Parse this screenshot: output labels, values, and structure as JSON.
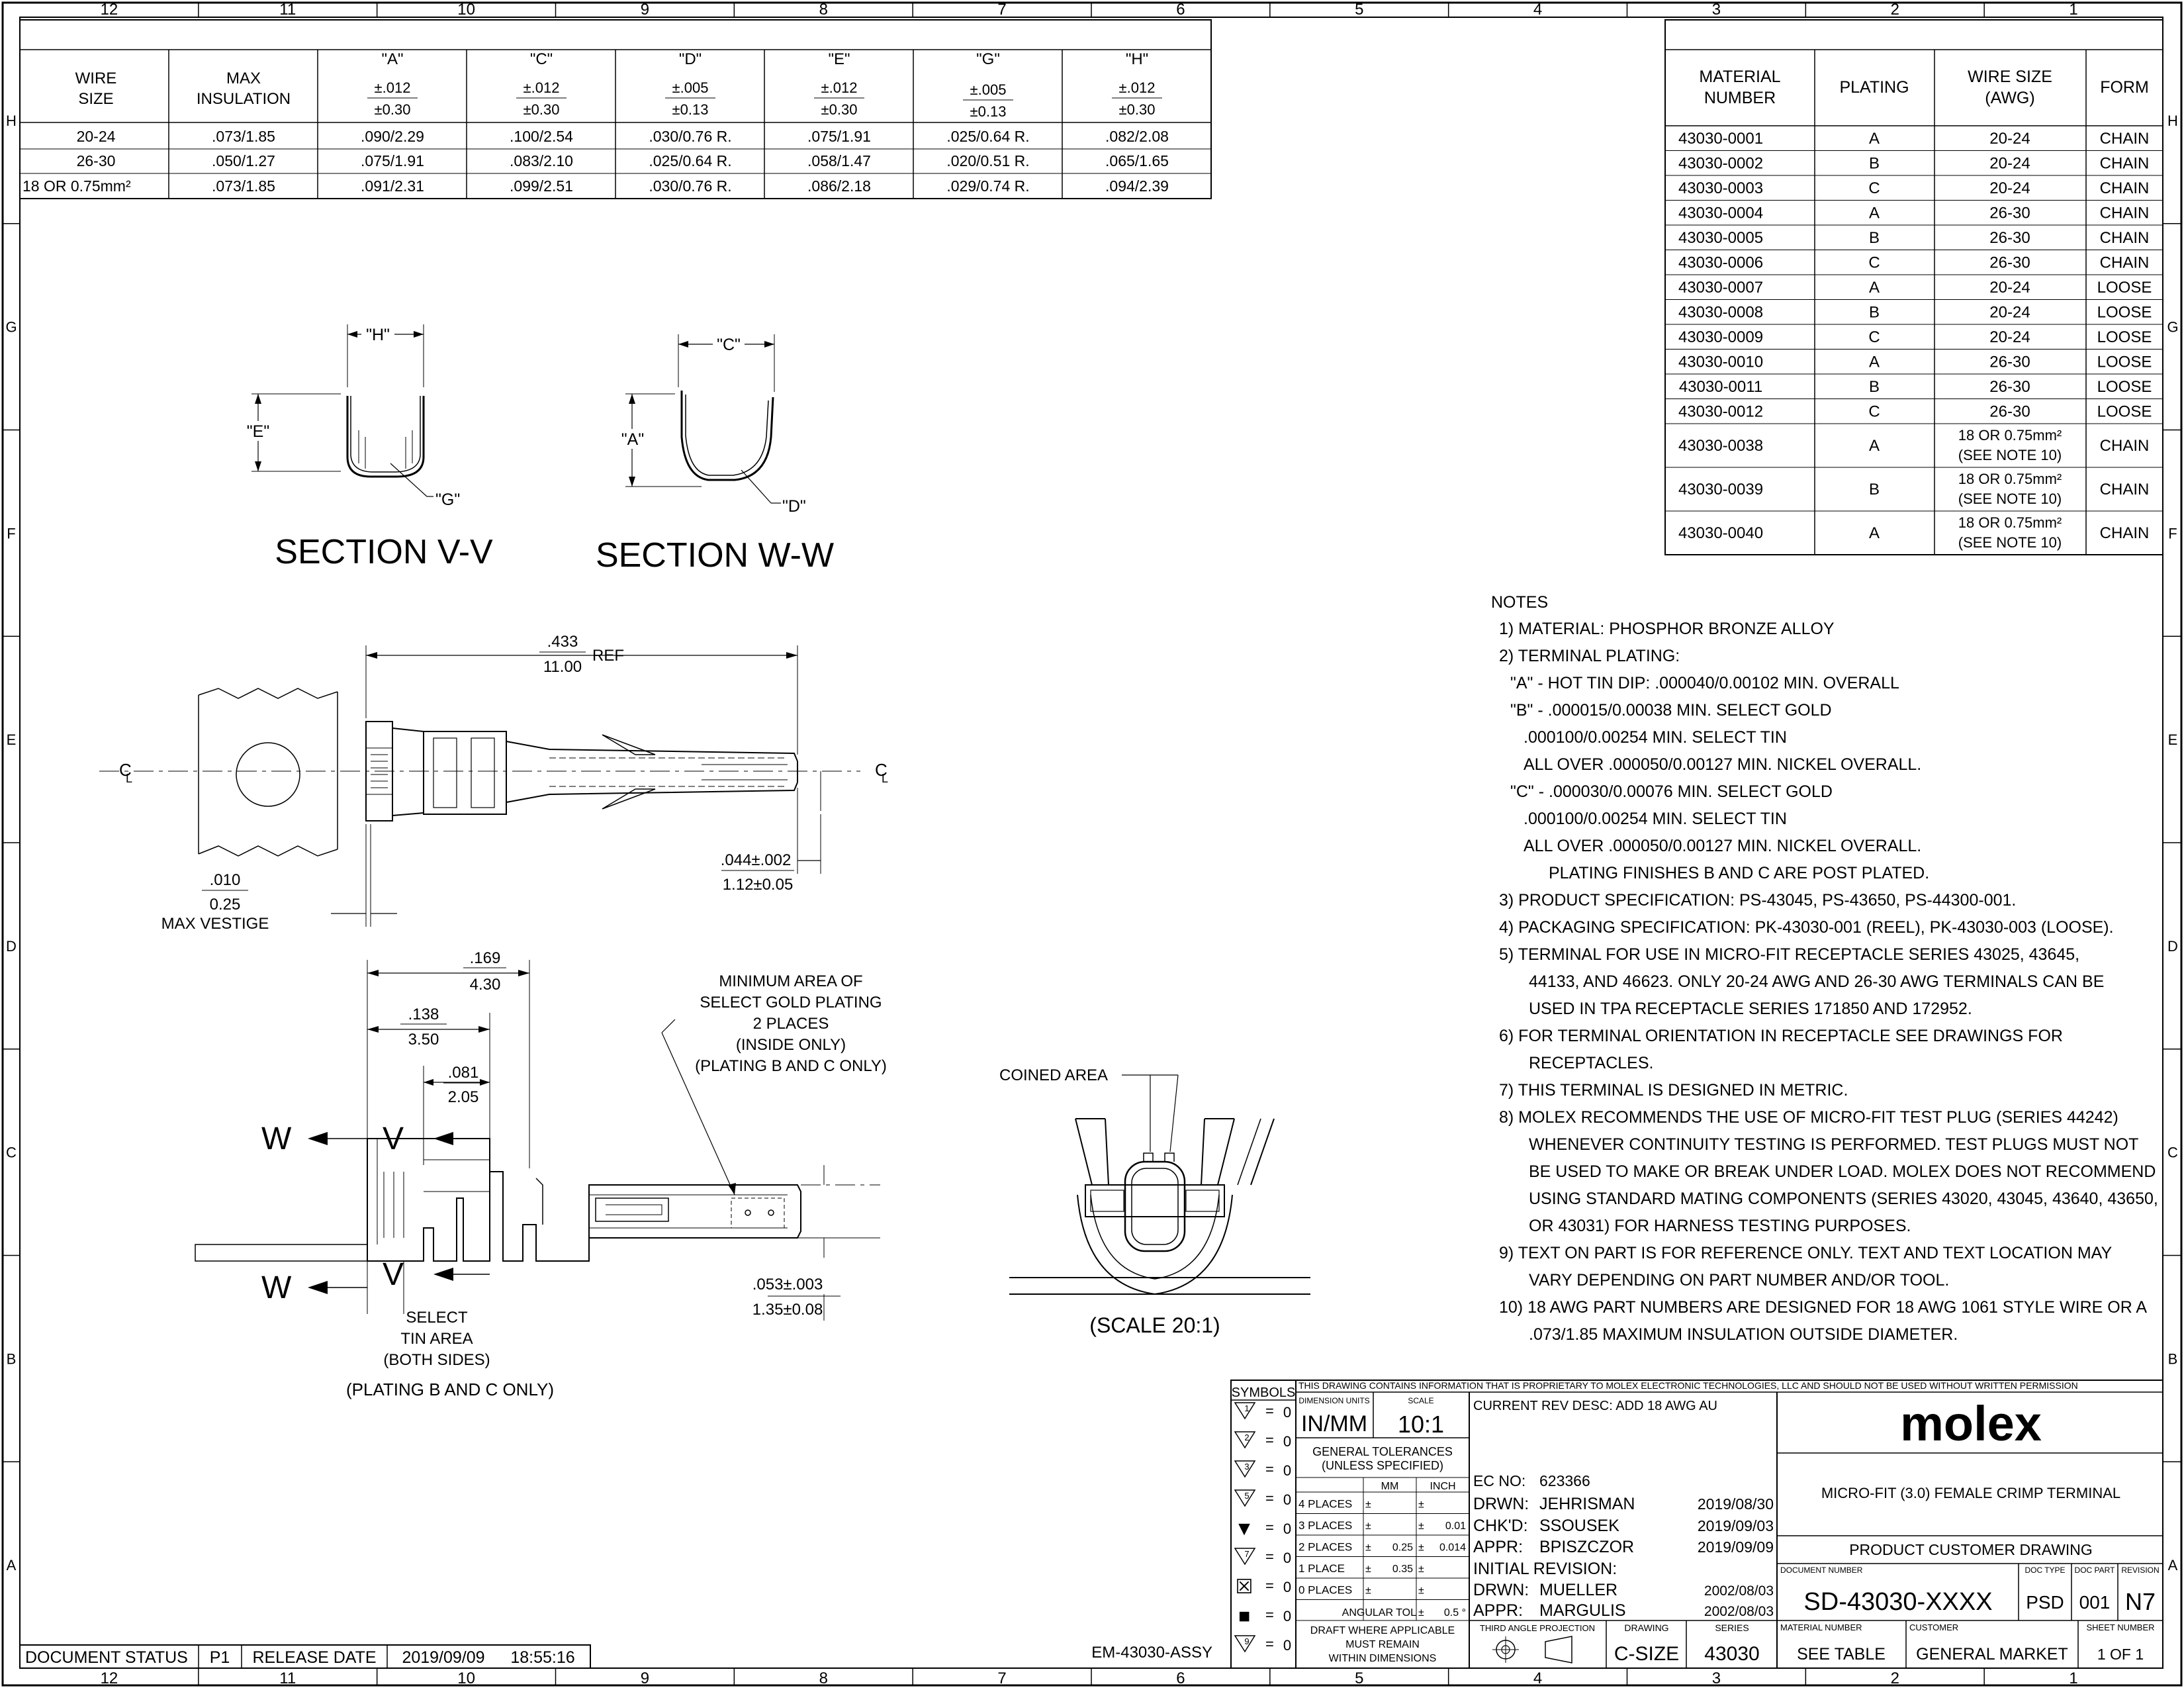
{
  "zones": {
    "columns": [
      "12",
      "11",
      "10",
      "9",
      "8",
      "7",
      "6",
      "5",
      "4",
      "3",
      "2",
      "1"
    ],
    "rows": [
      "H",
      "G",
      "F",
      "E",
      "D",
      "C",
      "B",
      "A"
    ]
  },
  "dim_table": {
    "headers": [
      {
        "top": "WIRE",
        "bottom": "SIZE",
        "tol1": "",
        "tol2": ""
      },
      {
        "top": "MAX",
        "bottom": "INSULATION",
        "tol1": "",
        "tol2": ""
      },
      {
        "top": "\"A\"",
        "bottom": "",
        "tol1": "±.012",
        "tol2": "±0.30"
      },
      {
        "top": "\"C\"",
        "bottom": "",
        "tol1": "±.012",
        "tol2": "±0.30"
      },
      {
        "top": "\"D\"",
        "bottom": "",
        "tol1": "±.005",
        "tol2": "±0.13"
      },
      {
        "top": "\"E\"",
        "bottom": "",
        "tol1": "±.012",
        "tol2": "±0.30"
      },
      {
        "top": "\"G\"",
        "bottom": "",
        "tol1": "±.005",
        "tol2": "±0.13"
      },
      {
        "top": "\"H\"",
        "bottom": "",
        "tol1": "±.012",
        "tol2": "±0.30"
      }
    ],
    "rows": [
      [
        "20-24",
        ".073/1.85",
        ".090/2.29",
        ".100/2.54",
        ".030/0.76 R.",
        ".075/1.91",
        ".025/0.64 R.",
        ".082/2.08"
      ],
      [
        "26-30",
        ".050/1.27",
        ".075/1.91",
        ".083/2.10",
        ".025/0.64 R.",
        ".058/1.47",
        ".020/0.51 R.",
        ".065/1.65"
      ],
      [
        "18 OR 0.75mm²",
        ".073/1.85",
        ".091/2.31",
        ".099/2.51",
        ".030/0.76 R.",
        ".086/2.18",
        ".029/0.74 R.",
        ".094/2.39"
      ]
    ]
  },
  "material_table": {
    "headers": [
      {
        "l1": "MATERIAL",
        "l2": "NUMBER"
      },
      {
        "l1": "PLATING",
        "l2": ""
      },
      {
        "l1": "WIRE SIZE",
        "l2": "(AWG)"
      },
      {
        "l1": "FORM",
        "l2": ""
      }
    ],
    "rows": [
      {
        "num": "43030-0001",
        "plating": "A",
        "wire": "20-24",
        "wire2": "",
        "form": "CHAIN"
      },
      {
        "num": "43030-0002",
        "plating": "B",
        "wire": "20-24",
        "wire2": "",
        "form": "CHAIN"
      },
      {
        "num": "43030-0003",
        "plating": "C",
        "wire": "20-24",
        "wire2": "",
        "form": "CHAIN"
      },
      {
        "num": "43030-0004",
        "plating": "A",
        "wire": "26-30",
        "wire2": "",
        "form": "CHAIN"
      },
      {
        "num": "43030-0005",
        "plating": "B",
        "wire": "26-30",
        "wire2": "",
        "form": "CHAIN"
      },
      {
        "num": "43030-0006",
        "plating": "C",
        "wire": "26-30",
        "wire2": "",
        "form": "CHAIN"
      },
      {
        "num": "43030-0007",
        "plating": "A",
        "wire": "20-24",
        "wire2": "",
        "form": "LOOSE"
      },
      {
        "num": "43030-0008",
        "plating": "B",
        "wire": "20-24",
        "wire2": "",
        "form": "LOOSE"
      },
      {
        "num": "43030-0009",
        "plating": "C",
        "wire": "20-24",
        "wire2": "",
        "form": "LOOSE"
      },
      {
        "num": "43030-0010",
        "plating": "A",
        "wire": "26-30",
        "wire2": "",
        "form": "LOOSE"
      },
      {
        "num": "43030-0011",
        "plating": "B",
        "wire": "26-30",
        "wire2": "",
        "form": "LOOSE"
      },
      {
        "num": "43030-0012",
        "plating": "C",
        "wire": "26-30",
        "wire2": "",
        "form": "LOOSE"
      },
      {
        "num": "43030-0038",
        "plating": "A",
        "wire": "18 OR 0.75mm²",
        "wire2": "(SEE NOTE 10)",
        "form": "CHAIN"
      },
      {
        "num": "43030-0039",
        "plating": "B",
        "wire": "18 OR 0.75mm²",
        "wire2": "(SEE NOTE 10)",
        "form": "CHAIN"
      },
      {
        "num": "43030-0040",
        "plating": "A",
        "wire": "18 OR 0.75mm²",
        "wire2": "(SEE NOTE 10)",
        "form": "CHAIN"
      }
    ]
  },
  "sections": {
    "v_title": "SECTION V-V",
    "w_title": "SECTION W-W",
    "h_label": "\"H\"",
    "e_label": "\"E\"",
    "g_label": "\"G\"",
    "c_label": "\"C\"",
    "a_label": "\"A\"",
    "d_label": "\"D\""
  },
  "top_view": {
    "len_in": ".433",
    "len_mm": "11.00",
    "ref": "REF",
    "cl": "C",
    "cl_sub": "L",
    "tip_in": ".044±.002",
    "tip_mm": "1.12±0.05",
    "vest_in": ".010",
    "vest_mm": "0.25",
    "vest_label": "MAX VESTIGE"
  },
  "side_view": {
    "d1_in": ".169",
    "d1_mm": "4.30",
    "d2_in": ".138",
    "d2_mm": "3.50",
    "d3_in": ".081",
    "d3_mm": "2.05",
    "w": "W",
    "v": "V",
    "gold_lines": [
      "MINIMUM AREA OF",
      "SELECT GOLD PLATING",
      "2 PLACES",
      "(INSIDE ONLY)",
      "(PLATING B AND C ONLY)"
    ],
    "tin_lines": [
      "SELECT",
      "TIN AREA",
      "(BOTH SIDES)"
    ],
    "tin_note": "(PLATING B AND C ONLY)",
    "thk_in": ".053±.003",
    "thk_mm": "1.35±0.08"
  },
  "coined": {
    "label": "COINED AREA",
    "scale": "(SCALE 20:1)"
  },
  "notes": {
    "title": "NOTES",
    "lines": [
      "1) MATERIAL: PHOSPHOR BRONZE ALLOY",
      "2) TERMINAL PLATING:",
      "\"A\" - HOT TIN DIP: .000040/0.00102 MIN. OVERALL",
      "\"B\" - .000015/0.00038 MIN. SELECT GOLD",
      ".000100/0.00254 MIN. SELECT TIN",
      "ALL OVER .000050/0.00127 MIN. NICKEL OVERALL.",
      "\"C\" - .000030/0.00076 MIN. SELECT GOLD",
      ".000100/0.00254 MIN. SELECT TIN",
      "ALL OVER .000050/0.00127 MIN. NICKEL OVERALL.",
      "PLATING FINISHES B AND C ARE POST PLATED.",
      "3) PRODUCT SPECIFICATION: PS-43045, PS-43650, PS-44300-001.",
      "4) PACKAGING SPECIFICATION: PK-43030-001 (REEL), PK-43030-003 (LOOSE).",
      "5) TERMINAL FOR USE IN MICRO-FIT RECEPTACLE SERIES 43025, 43645,",
      "44133, AND 46623. ONLY 20-24 AWG AND 26-30 AWG TERMINALS CAN BE",
      "USED IN TPA RECEPTACLE SERIES 171850 AND 172952.",
      "6) FOR TERMINAL ORIENTATION IN RECEPTACLE SEE DRAWINGS FOR",
      "RECEPTACLES.",
      "7) THIS TERMINAL IS DESIGNED IN METRIC.",
      "8) MOLEX RECOMMENDS THE USE OF MICRO-FIT TEST PLUG (SERIES 44242)",
      "WHENEVER CONTINUITY TESTING IS PERFORMED. TEST PLUGS MUST NOT",
      "BE USED TO MAKE OR BREAK UNDER LOAD.  MOLEX DOES NOT RECOMMEND",
      "USING STANDARD MATING COMPONENTS (SERIES 43020, 43045, 43640, 43650,",
      "OR 43031) FOR HARNESS TESTING PURPOSES.",
      "9) TEXT ON PART IS FOR REFERENCE ONLY. TEXT AND TEXT LOCATION MAY",
      "VARY DEPENDING ON PART NUMBER AND/OR TOOL.",
      "10) 18 AWG PART NUMBERS ARE DESIGNED FOR 18 AWG 1061 STYLE WIRE OR A",
      ".073/1.85 MAXIMUM INSULATION OUTSIDE DIAMETER."
    ]
  },
  "title_block": {
    "symbols_label": "SYMBOLS",
    "symbols": [
      {
        "mark": "1",
        "val": "0"
      },
      {
        "mark": "2",
        "val": "0"
      },
      {
        "mark": "3",
        "val": "0"
      },
      {
        "mark": "5",
        "val": "0"
      },
      {
        "mark": "▼",
        "val": "0"
      },
      {
        "mark": "7",
        "val": "0"
      },
      {
        "mark": "☒",
        "val": "0"
      },
      {
        "mark": "■",
        "val": "0"
      },
      {
        "mark": "9",
        "val": "0"
      }
    ],
    "proprietary": "THIS DRAWING CONTAINS INFORMATION THAT IS PROPRIETARY TO MOLEX ELECTRONIC TECHNOLOGIES, LLC AND SHOULD NOT BE USED WITHOUT WRITTEN PERMISSION",
    "dim_units_label": "DIMENSION UNITS",
    "dim_units": "IN/MM",
    "scale_label": "SCALE",
    "scale": "10:1",
    "gen_tol": "GENERAL TOLERANCES",
    "unless": "(UNLESS SPECIFIED)",
    "mm": "MM",
    "inch": "INCH",
    "tol_rows": [
      {
        "label": "4 PLACES",
        "mm": "",
        "inch": ""
      },
      {
        "label": "3 PLACES",
        "mm": "",
        "inch": "0.01"
      },
      {
        "label": "2 PLACES",
        "mm": "0.25",
        "inch": "0.014"
      },
      {
        "label": "1 PLACE",
        "mm": "0.35",
        "inch": ""
      },
      {
        "label": "0 PLACES",
        "mm": "",
        "inch": ""
      }
    ],
    "pm": "±",
    "ang_label": "ANGULAR TOL",
    "ang_val": "0.5 °",
    "draft1": "DRAFT WHERE APPLICABLE",
    "draft2": "MUST REMAIN",
    "draft3": "WITHIN DIMENSIONS",
    "rev_desc": "CURRENT REV DESC: ADD 18 AWG AU",
    "ec_label": "EC NO:",
    "ec": "623366",
    "drwn_label": "DRWN:",
    "drwn": "JEHRISMAN",
    "drwn_date": "2019/08/30",
    "chkd_label": "CHK'D:",
    "chkd": "SSOUSEK",
    "chkd_date": "2019/09/03",
    "appr_label": "APPR:",
    "appr": "BPISZCZOR",
    "appr_date": "2019/09/09",
    "init_rev": "INITIAL REVISION:",
    "idrwn": "MUELLER",
    "idrwn_date": "2002/08/03",
    "iappr": "MARGULIS",
    "iappr_date": "2002/08/03",
    "third_angle": "THIRD ANGLE PROJECTION",
    "drawing_label": "DRAWING",
    "drawing": "C-SIZE",
    "series_label": "SERIES",
    "series": "43030",
    "logo": "molex",
    "title": "MICRO-FIT (3.0) FEMALE CRIMP TERMINAL",
    "doc_kind": "PRODUCT CUSTOMER DRAWING",
    "docnum_label": "DOCUMENT NUMBER",
    "docnum": "SD-43030-XXXX",
    "doctype_label": "DOC TYPE",
    "doctype": "PSD",
    "docpart_label": "DOC PART",
    "docpart": "001",
    "revision_label": "REVISION",
    "revision": "N7",
    "matnum_label": "MATERIAL NUMBER",
    "matnum": "SEE TABLE",
    "customer_label": "CUSTOMER",
    "customer": "GENERAL MARKET",
    "sheet_label": "SHEET NUMBER",
    "sheet": "1 OF 1"
  },
  "status_bar": {
    "label": "DOCUMENT STATUS",
    "status": "P1",
    "release_label": "RELEASE DATE",
    "date": "2019/09/09",
    "time": "18:55:16"
  },
  "assy": "EM-43030-ASSY"
}
